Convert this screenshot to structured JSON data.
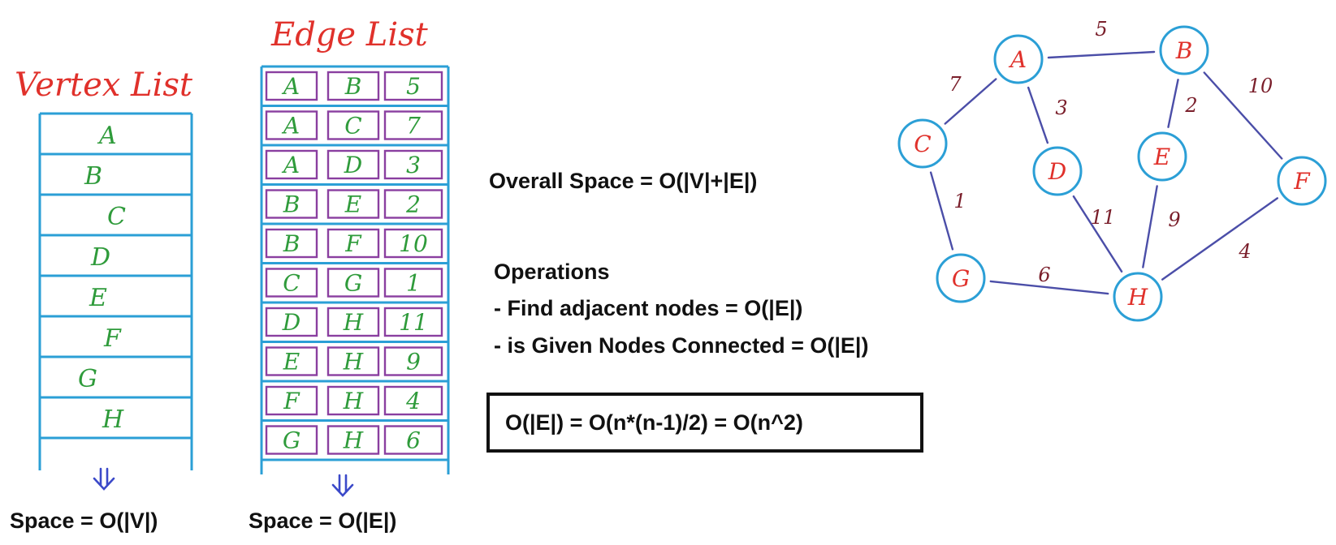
{
  "vertex_list": {
    "title": "Vertex List",
    "items": [
      "A",
      "B",
      "C",
      "D",
      "E",
      "F",
      "G",
      "H"
    ],
    "space": "Space = O(|V|)"
  },
  "edge_list": {
    "title": "Edge List",
    "rows": [
      [
        "A",
        "B",
        "5"
      ],
      [
        "A",
        "C",
        "7"
      ],
      [
        "A",
        "D",
        "3"
      ],
      [
        "B",
        "E",
        "2"
      ],
      [
        "B",
        "F",
        "10"
      ],
      [
        "C",
        "G",
        "1"
      ],
      [
        "D",
        "H",
        "11"
      ],
      [
        "E",
        "H",
        "9"
      ],
      [
        "F",
        "H",
        "4"
      ],
      [
        "G",
        "H",
        "6"
      ]
    ],
    "space": "Space = O(|E|)"
  },
  "complexity": {
    "overall": "Overall Space = O(|V|+|E|)",
    "operations_title": "Operations",
    "operations": [
      "- Find adjacent nodes = O(|E|)",
      "- is Given Nodes Connected = O(|E|)"
    ],
    "boxed_formula": "O(|E|) = O(n*(n-1)/2) = O(n^2)"
  },
  "graph": {
    "nodes": [
      "A",
      "B",
      "C",
      "D",
      "E",
      "F",
      "G",
      "H"
    ],
    "edges": [
      {
        "from": "A",
        "to": "B",
        "weight": "5"
      },
      {
        "from": "A",
        "to": "C",
        "weight": "7"
      },
      {
        "from": "A",
        "to": "D",
        "weight": "3"
      },
      {
        "from": "B",
        "to": "E",
        "weight": "2"
      },
      {
        "from": "B",
        "to": "F",
        "weight": "10"
      },
      {
        "from": "C",
        "to": "G",
        "weight": "1"
      },
      {
        "from": "D",
        "to": "H",
        "weight": "11"
      },
      {
        "from": "E",
        "to": "H",
        "weight": "9"
      },
      {
        "from": "F",
        "to": "H",
        "weight": "4"
      },
      {
        "from": "G",
        "to": "H",
        "weight": "6"
      }
    ]
  },
  "colors": {
    "red": "#e0312b",
    "green": "#2f9b3b",
    "blue_frame": "#2b9fd6",
    "purple_cell": "#8a3fa0",
    "edge_line": "#4b4ea8",
    "weight": "#7a1f2b",
    "arrow": "#3b49c9"
  }
}
